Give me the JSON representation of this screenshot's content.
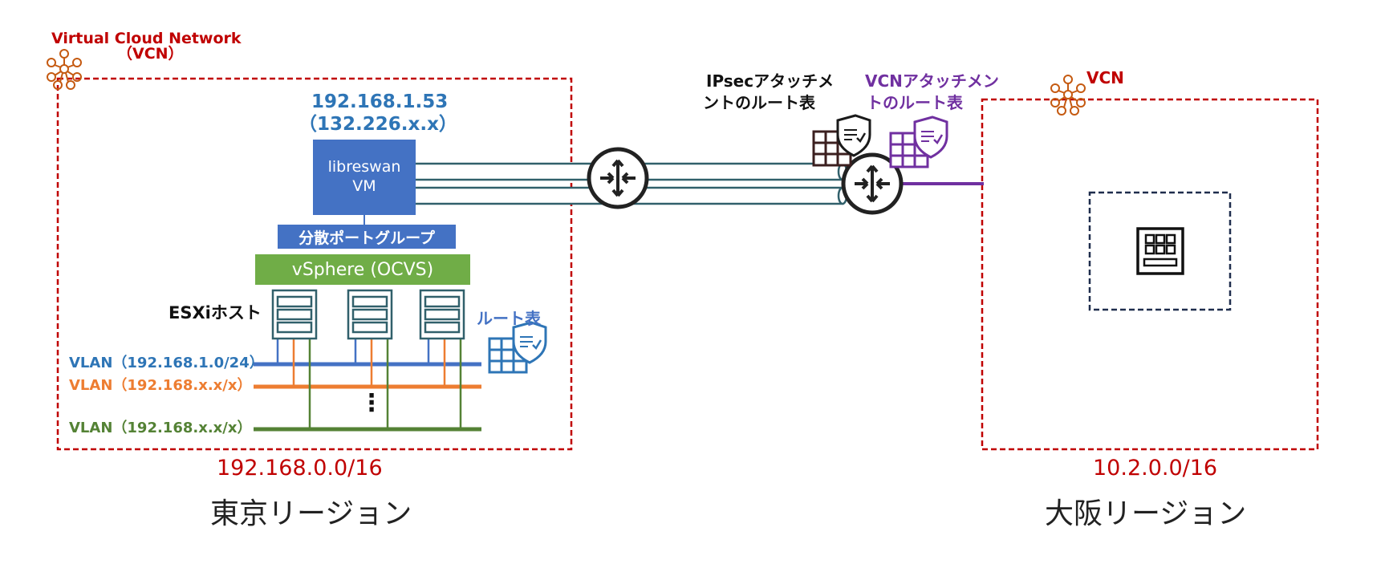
{
  "tokyo_vcn": {
    "label_line1": "Virtual Cloud Network",
    "label_line2": "（VCN）",
    "cidr": "192.168.0.0/16",
    "region": "東京リージョン",
    "vm_ip": "192.168.1.53",
    "vm_public_ip": "（132.226.x.x）",
    "vm_line1": "libreswan",
    "vm_line2": "VM",
    "port_group": "分散ポートグループ",
    "vsphere": "vSphere (OCVS)",
    "esxi": "ESXiホスト",
    "route_table": "ルート表",
    "vlans": [
      {
        "label": "VLAN（192.168.1.0/24）",
        "color": "#2e75b6"
      },
      {
        "label": "VLAN（192.168.x.x/x）",
        "color": "#ed7d31"
      },
      {
        "label": "VLAN（192.168.x.x/x）",
        "color": "#548235"
      }
    ],
    "ellipsis": "⋮"
  },
  "ipsec_rt": {
    "line1": "IPsecアタッチメ",
    "line2": "ントのルート表"
  },
  "vcn_rt": {
    "line1": "VCNアタッチメン",
    "line2": "トのルート表"
  },
  "osaka_vcn": {
    "label": "VCN",
    "cidr": "10.2.0.0/16",
    "region": "大阪リージョン"
  },
  "colors": {
    "vcn_red": "#c00000",
    "ip_blue": "#2e75b6",
    "purple": "#7030a0",
    "vm_blue": "#4472c4",
    "green": "#70ad47",
    "teal": "#31606b",
    "navy": "#1f2d4d"
  },
  "icons": [
    "vcn-network-icon",
    "router-icon",
    "route-table-icon",
    "server-icon",
    "instance-icon"
  ]
}
